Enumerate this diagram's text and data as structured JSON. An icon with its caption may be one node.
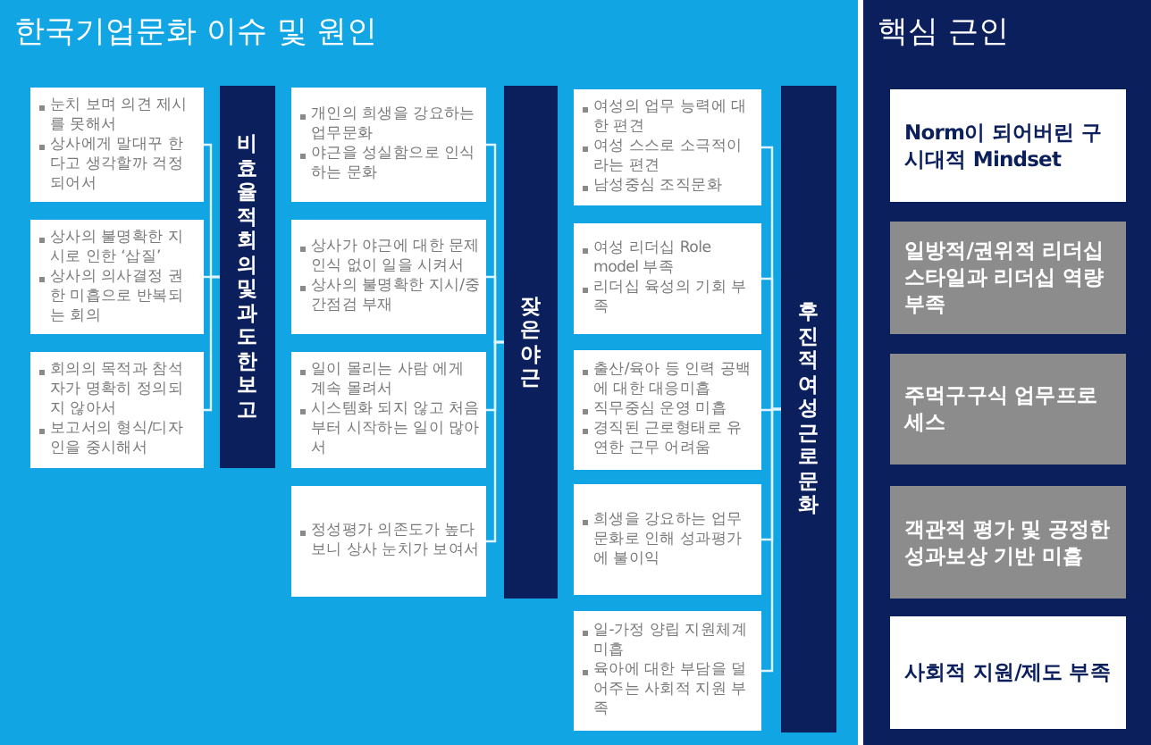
{
  "diagram": {
    "nodes": [
      {
        "text": [
          "한국기업문화 이슈 및 원인"
        ]
      },
      {
        "text": [
          "눈치 보며 의견 제시를 못해서",
          "상사에게 말대꾸 한다고 생각할까 걱정되어서"
        ],
        "in": 0
      },
      {
        "text": [
          "상사의 불명확한 지시로 인한 ‘삽질’",
          "상사의 의사결정 권한 미흡으로 반복되는 회의"
        ],
        "in": 0
      },
      {
        "text": [
          "회의의 목적과 참석자가 명확히 정의되지 않아서",
          "보고서의 형식/디자인을 중시해서"
        ],
        "in": 0
      },
      {
        "text": [
          "비효율적 회의 및 과도한 보고"
        ],
        "in": 0
      },
      {
        "text": [
          "개인의 희생을 강요하는 업무문화",
          "야근을 성실함으로 인식하는 문화"
        ],
        "in": 0
      },
      {
        "text": [
          "상사가 야근에 대한 문제인식 없이 일을 시켜서",
          "상사의 불명확한 지시/중간점검 부재"
        ],
        "in": 0
      },
      {
        "text": [
          "일이 몰리는 사람 에게 계속 몰려서",
          "시스템화 되지 않고 처음부터 시작하는 일이 많아서"
        ],
        "in": 0
      },
      {
        "text": [
          "정성평가 의존도가 높다 보니 상사 눈치가 보여서"
        ],
        "in": 0
      },
      {
        "text": [
          "잦은 야근"
        ],
        "in": 0
      },
      {
        "text": [
          "여성의 업무 능력에 대한 편견",
          "여성 스스로 소극적이라는 편견",
          "남성중심 조직문화"
        ],
        "in": 0
      },
      {
        "text": [
          "여성 리더십 Role model 부족",
          "리더십 육성의 기회 부족"
        ],
        "in": 0
      },
      {
        "text": [
          "출산/육아 등 인력 공백에 대한 대응미흡",
          "직무중심 운영 미흡",
          "경직된 근로형태로 유연한 근무 어려움"
        ],
        "in": 0
      },
      {
        "text": [
          "희생을 강요하는 업무문화로 인해 성과평가에 불이익"
        ],
        "in": 0
      },
      {
        "text": [
          "일-가정 양립 지원체계 미흡",
          "육아에 대한 부담을 덜어주는 사회적 지원 부족"
        ],
        "in": 0
      },
      {
        "text": [
          "후진적 여성근로문화"
        ],
        "in": 0
      },
      {
        "text": [
          "핵심 근인"
        ]
      },
      {
        "text": [
          "Norm이 되어버린 구시대적 Mindset"
        ],
        "in": 16
      },
      {
        "text": [
          "일방적/권위적 리더십 스타일과 리더십 역량 부족"
        ],
        "in": 16
      },
      {
        "text": [
          "주먹구구식 업무프로세스"
        ],
        "in": 16
      },
      {
        "text": [
          "객관적 평가 및 공정한 성과보상 기반 미흡"
        ],
        "in": 16
      },
      {
        "text": [
          "사회적 지원/제도 부족"
        ],
        "in": 16
      }
    ],
    "edges": [
      {
        "from": 1,
        "to": 4,
        "arrow": "none"
      },
      {
        "from": 2,
        "to": 4,
        "arrow": "none"
      },
      {
        "from": 3,
        "to": 4,
        "arrow": "none"
      },
      {
        "from": 5,
        "to": 9,
        "arrow": "none"
      },
      {
        "from": 6,
        "to": 9,
        "arrow": "none"
      },
      {
        "from": 7,
        "to": 9,
        "arrow": "none"
      },
      {
        "from": 8,
        "to": 9,
        "arrow": "none"
      },
      {
        "from": 10,
        "to": 15,
        "arrow": "none"
      },
      {
        "from": 11,
        "to": 15,
        "arrow": "none"
      },
      {
        "from": 12,
        "to": 15,
        "arrow": "none"
      },
      {
        "from": 13,
        "to": 15,
        "arrow": "none"
      },
      {
        "from": 14,
        "to": 15,
        "arrow": "none"
      }
    ]
  }
}
